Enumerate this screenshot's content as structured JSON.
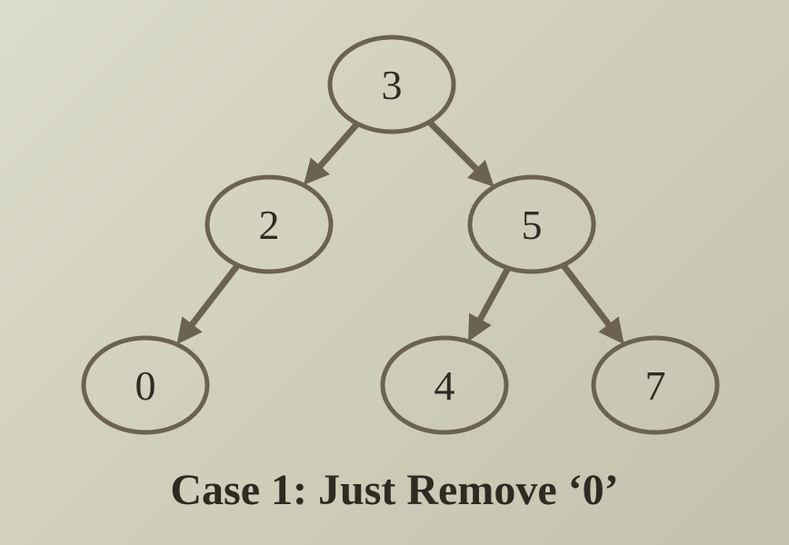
{
  "tree": {
    "nodes": [
      {
        "id": "n3",
        "label": "3"
      },
      {
        "id": "n2",
        "label": "2"
      },
      {
        "id": "n5",
        "label": "5"
      },
      {
        "id": "n0",
        "label": "0"
      },
      {
        "id": "n4",
        "label": "4"
      },
      {
        "id": "n7",
        "label": "7"
      }
    ],
    "edges": [
      {
        "from": "n3",
        "to": "n2"
      },
      {
        "from": "n3",
        "to": "n5"
      },
      {
        "from": "n2",
        "to": "n0"
      },
      {
        "from": "n5",
        "to": "n4"
      },
      {
        "from": "n5",
        "to": "n7"
      }
    ]
  },
  "caption": "Case 1: Just Remove ‘0’",
  "colors": {
    "stroke": "#6b6250",
    "text": "#2f2a22"
  }
}
